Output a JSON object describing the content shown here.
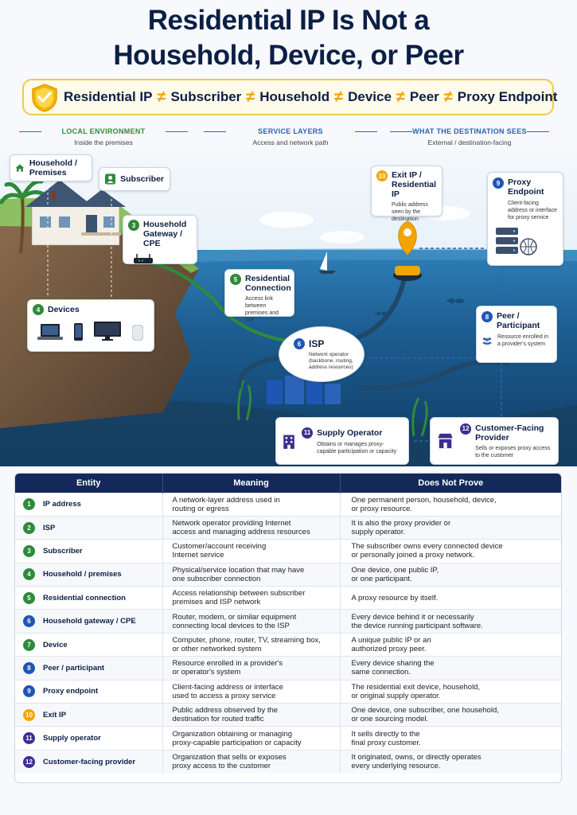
{
  "title": {
    "line1": "Residential IP Is Not a",
    "line2": "Household, Device, or Peer"
  },
  "banner": {
    "icon": "shield-check-icon",
    "terms": [
      "Residential IP",
      "Subscriber",
      "Household",
      "Device",
      "Peer",
      "Proxy Endpoint"
    ],
    "separator": "≠"
  },
  "columns": [
    {
      "heading": "LOCAL ENVIRONMENT",
      "sub": "Inside the premises",
      "color": "#2f8a3a"
    },
    {
      "heading": "SERVICE LAYERS",
      "sub": "Access and network path",
      "color": "#2a63b8"
    },
    {
      "heading": "WHAT THE DESTINATION SEES",
      "sub": "External / destination-facing",
      "color": "#2a63b8"
    }
  ],
  "diagram": {
    "household": {
      "label": "Household / Premises",
      "icon": "house-icon"
    },
    "subscriber": {
      "label": "Subscriber",
      "icon": "person-icon"
    },
    "gateway": {
      "num": "3",
      "label": "Household Gateway / CPE",
      "icon": "router-icon"
    },
    "devices": {
      "num": "4",
      "label": "Devices",
      "icons": [
        "laptop-icon",
        "phone-icon",
        "monitor-icon",
        "speaker-icon"
      ]
    },
    "connection": {
      "num": "5",
      "label": "Residential Connection",
      "desc": "Access link between premises and ISP"
    },
    "isp": {
      "num": "6",
      "label": "ISP",
      "desc": "Network operator (backbone, routing, address resources)"
    },
    "exit_ip": {
      "num": "10",
      "label": "Exit IP / Residential IP",
      "desc": "Public address seen by the destination",
      "icon": "location-pin-icon"
    },
    "proxy_endpoint": {
      "num": "9",
      "label": "Proxy Endpoint",
      "desc": "Client-facing address or interface for proxy service",
      "icon": "server-globe-icon"
    },
    "peer": {
      "num": "8",
      "label": "Peer / Participant",
      "desc": "Resource enrolled in a provider's system",
      "icon": "people-icon"
    },
    "supply_operator": {
      "num": "11",
      "label": "Supply Operator",
      "desc": "Obtains or manages proxy-capable participation or capacity",
      "icon": "building-icon"
    },
    "customer_provider": {
      "num": "12",
      "label": "Customer-Facing Provider",
      "desc": "Sells or exposes proxy access to the customer",
      "icon": "storefront-icon"
    }
  },
  "table": {
    "headers": [
      "Entity",
      "Meaning",
      "Does Not Prove"
    ],
    "rows": [
      {
        "num": "1",
        "color": "#2f8a3a",
        "entity": "IP address",
        "meaning": "A network-layer address used in\nrouting or egress",
        "not_prove": "One permanent person, household, device,\nor proxy resource."
      },
      {
        "num": "2",
        "color": "#2f8a3a",
        "entity": "ISP",
        "meaning": "Network operator providing Internet\naccess and managing address resources",
        "not_prove": "It is also the proxy provider or\nsupply operator."
      },
      {
        "num": "3",
        "color": "#2f8a3a",
        "entity": "Subscriber",
        "meaning": "Customer/account receiving\nInternet service",
        "not_prove": "The subscriber owns every connected device\nor personally joined a proxy network."
      },
      {
        "num": "4",
        "color": "#2f8a3a",
        "entity": "Household / premises",
        "meaning": "Physical/service location that may have\none subscriber connection",
        "not_prove": "One device, one public IP,\nor one participant."
      },
      {
        "num": "5",
        "color": "#2f8a3a",
        "entity": "Residential connection",
        "meaning": "Access relationship between subscriber\npremises and ISP network",
        "not_prove": "A proxy resource by itself."
      },
      {
        "num": "6",
        "color": "#1f56b5",
        "entity": "Household gateway / CPE",
        "meaning": "Router, modem, or similar equipment\nconnecting local devices to the ISP",
        "not_prove": "Every device behind it or necessarily\nthe device running participant software."
      },
      {
        "num": "7",
        "color": "#2f8a3a",
        "entity": "Device",
        "meaning": "Computer, phone, router, TV, streaming box,\nor other networked system",
        "not_prove": "A unique public IP or an\nauthorized proxy peer."
      },
      {
        "num": "8",
        "color": "#1f56b5",
        "entity": "Peer / participant",
        "meaning": "Resource enrolled in a provider's\nor operator's system",
        "not_prove": "Every device sharing the\nsame connection."
      },
      {
        "num": "9",
        "color": "#1f56b5",
        "entity": "Proxy endpoint",
        "meaning": "Client-facing address or interface\nused to access a proxy service",
        "not_prove": "The residential exit device, household,\nor original supply operator."
      },
      {
        "num": "10",
        "color": "#f2a400",
        "entity": "Exit IP",
        "meaning": "Public address observed by the\ndestination for routed traffic",
        "not_prove": "One device, one subscriber, one household,\nor one sourcing model."
      },
      {
        "num": "11",
        "color": "#3b2f8e",
        "entity": "Supply operator",
        "meaning": "Organization obtaining or managing\nproxy-capable participation or capacity",
        "not_prove": "It sells directly to the\nfinal proxy customer."
      },
      {
        "num": "12",
        "color": "#3b2f8e",
        "entity": "Customer-facing provider",
        "meaning": "Organization that sells or exposes\nproxy access to the customer",
        "not_prove": "It originated, owns, or directly operates\nevery underlying resource."
      }
    ]
  }
}
